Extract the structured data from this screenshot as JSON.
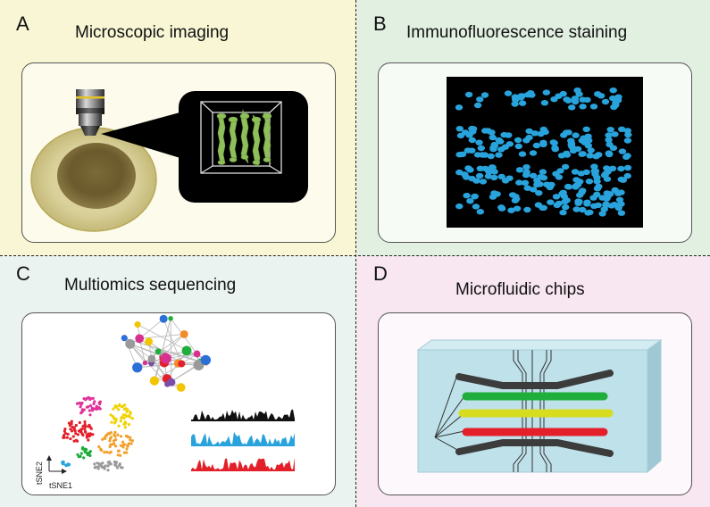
{
  "panels": {
    "a": {
      "letter": "A",
      "title": "Microscopic imaging"
    },
    "b": {
      "letter": "B",
      "title": "Immunofluorescence staining"
    },
    "c": {
      "letter": "C",
      "title": "Multiomics sequencing",
      "x_axis": "tSNE1",
      "y_axis": "tSNE2"
    },
    "d": {
      "letter": "D",
      "title": "Microfluidic chips"
    }
  },
  "colors": {
    "panel_a_bg": "#f8f6d4",
    "panel_b_bg": "#e1f0e1",
    "panel_c_bg": "#eaf3ef",
    "panel_d_bg": "#f8e6f0",
    "nucleus_blue": "#29a3dc",
    "channel_green": "#1fae3c",
    "channel_yellow": "#d8dc1e",
    "channel_red": "#e3202a",
    "channel_gray": "#3c3c3c",
    "chip_blue": "#bfe1ea"
  }
}
